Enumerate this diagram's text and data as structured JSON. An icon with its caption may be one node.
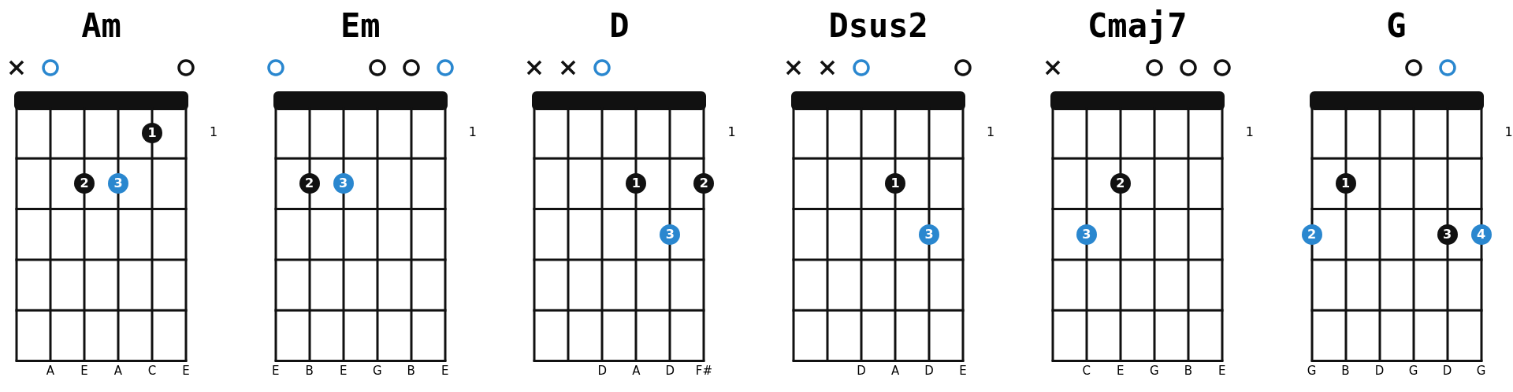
{
  "diagram": {
    "nodes": [
      {
        "text": [
          "Am"
        ],
        "beside": [
          "1",
          "A",
          "E",
          "A",
          "C",
          "E"
        ]
      },
      {
        "text": [
          "1"
        ],
        "in": 0
      },
      {
        "text": [
          "2"
        ],
        "in": 0
      },
      {
        "text": [
          "3"
        ],
        "in": 0
      },
      {
        "text": [
          "Em"
        ],
        "beside": [
          "1",
          "E",
          "B",
          "E",
          "G",
          "B",
          "E"
        ]
      },
      {
        "text": [
          "2"
        ],
        "in": 4
      },
      {
        "text": [
          "3"
        ],
        "in": 4
      },
      {
        "text": [
          "D"
        ],
        "beside": [
          "1",
          "D",
          "A",
          "D",
          "F#"
        ]
      },
      {
        "text": [
          "1"
        ],
        "in": 7
      },
      {
        "text": [
          "2"
        ],
        "in": 7
      },
      {
        "text": [
          "3"
        ],
        "in": 7
      },
      {
        "text": [
          "Dsus2"
        ],
        "beside": [
          "1",
          "D",
          "A",
          "D",
          "E"
        ]
      },
      {
        "text": [
          "1"
        ],
        "in": 11
      },
      {
        "text": [
          "3"
        ],
        "in": 11
      },
      {
        "text": [
          "Cmaj7"
        ],
        "beside": [
          "1",
          "C",
          "E",
          "G",
          "B",
          "E"
        ]
      },
      {
        "text": [
          "2"
        ],
        "in": 14
      },
      {
        "text": [
          "3"
        ],
        "in": 14
      },
      {
        "text": [
          "G"
        ],
        "beside": [
          "1",
          "G",
          "B",
          "D",
          "G",
          "D",
          "G"
        ]
      },
      {
        "text": [
          "1"
        ],
        "in": 17
      },
      {
        "text": [
          "2"
        ],
        "in": 17
      },
      {
        "text": [
          "3"
        ],
        "in": 17
      },
      {
        "text": [
          "4"
        ],
        "in": 17
      }
    ]
  }
}
